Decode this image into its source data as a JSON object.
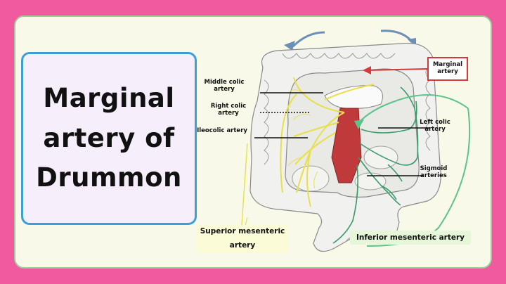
{
  "title": {
    "lines": [
      "Marginal",
      "artery of",
      "Drummon"
    ]
  },
  "labels": {
    "marginal_artery": "Marginal artery",
    "middle_colic": "Middle colic artery",
    "right_colic": "Right colic artery",
    "ileocolic": "Ileocolic artery",
    "left_colic": "Left colic artery",
    "sigmoid": "Sigmoid arteries",
    "superior_mesenteric_line1": "Superior mesenteric",
    "superior_mesenteric_line2": "artery",
    "inferior_mesenteric": "Inferior mesenteric artery"
  },
  "colors": {
    "background": "#f25a9f",
    "panel": "#f8f9e8",
    "panel_border": "#9ccc9a",
    "title_box_border": "#3aa0d8",
    "title_box_fill": "#f6eefa",
    "marginal_box_border": "#d43a3a",
    "sma_vessel": "#e8e04a",
    "ima_vessel": "#3a9a6a",
    "aorta": "#c0393b",
    "arrow_blue": "#6a8fb8",
    "arrow_green": "#5cc48a"
  }
}
